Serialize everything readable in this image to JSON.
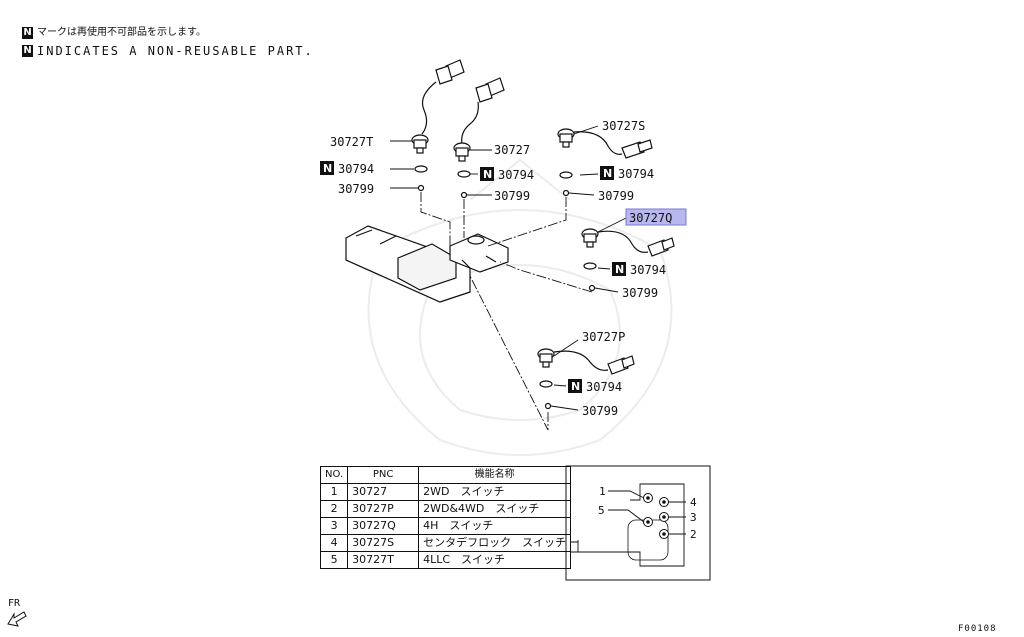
{
  "legend": {
    "line_jp": "マークは再使用不可部品を示します。",
    "line_en": "INDICATES A NON-REUSABLE PART.",
    "n_mark": "N"
  },
  "callouts": {
    "sw_t": "30727T",
    "sw_plain": "30727",
    "sw_s": "30727S",
    "sw_q": "30727Q",
    "sw_p": "30727P",
    "gasket": "30794",
    "plug": "30799"
  },
  "highlight_color": "#b8b8ee",
  "table": {
    "headers": {
      "no": "NO.",
      "pnc": "PNC",
      "function": "機能名称"
    },
    "rows": [
      {
        "no": "1",
        "pnc": "30727",
        "function": "2WD　スイッチ"
      },
      {
        "no": "2",
        "pnc": "30727P",
        "function": "2WD&4WD　スイッチ"
      },
      {
        "no": "3",
        "pnc": "30727Q",
        "function": "4H　スイッチ"
      },
      {
        "no": "4",
        "pnc": "30727S",
        "function": "センタデフロック　スイッチ"
      },
      {
        "no": "5",
        "pnc": "30727T",
        "function": "4LLC　スイッチ"
      }
    ]
  },
  "inset_numbers": [
    "1",
    "5",
    "4",
    "3",
    "2"
  ],
  "front_mark": "FR",
  "figure_code": "F00108"
}
